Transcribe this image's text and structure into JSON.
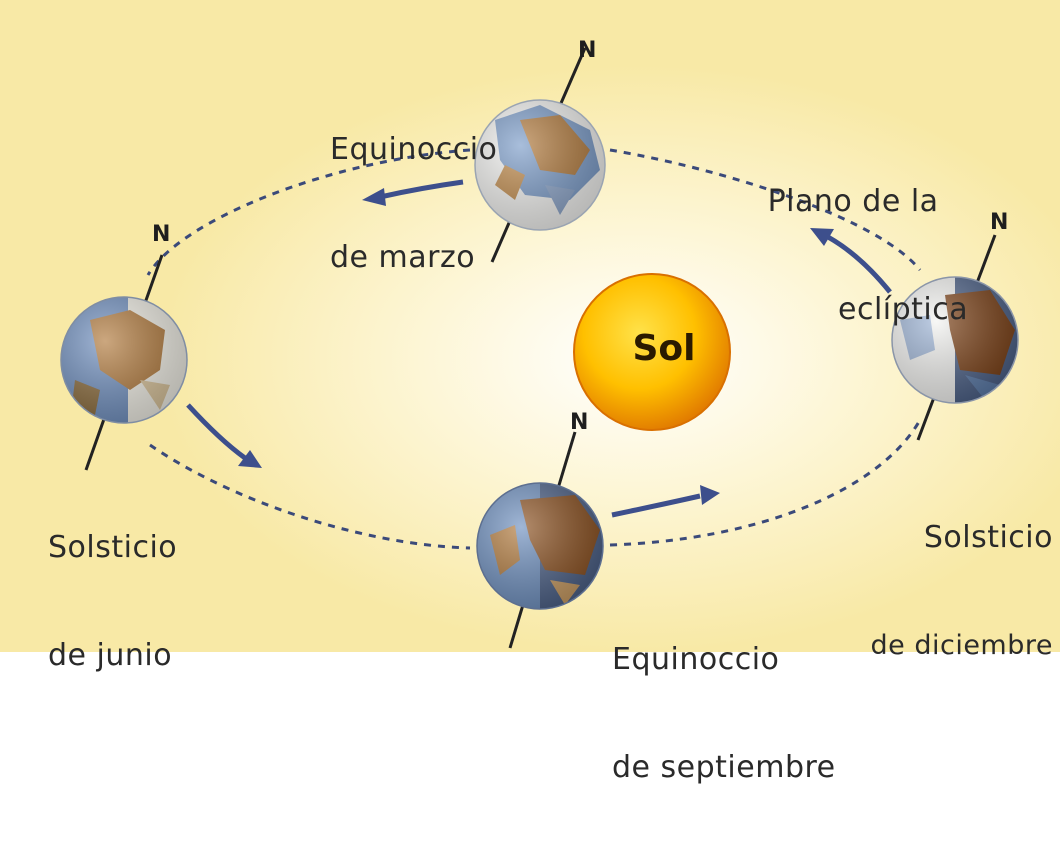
{
  "sun": {
    "label": "Sol"
  },
  "ecliptic": {
    "line1": "Plano de la",
    "line2": "eclíptica"
  },
  "north_marker": "N",
  "positions": {
    "march": {
      "line1": "Equinoccio",
      "line2": "de marzo"
    },
    "june": {
      "line1": "Solsticio",
      "line2": "de junio"
    },
    "september": {
      "line1": "Equinoccio",
      "line2": "de septiembre"
    },
    "december": {
      "line1": "Solsticio",
      "line2": "de diciembre"
    }
  },
  "colors": {
    "background": "#f8e9a6",
    "orbit": "#3b4a7a",
    "arrow": "#3d4f8c",
    "sun_core": "#ffcc00",
    "sun_edge": "#e07800",
    "earth_ocean": "#7a9bc8",
    "earth_land": "#b0783a",
    "earth_ice": "#f2f2f2"
  }
}
